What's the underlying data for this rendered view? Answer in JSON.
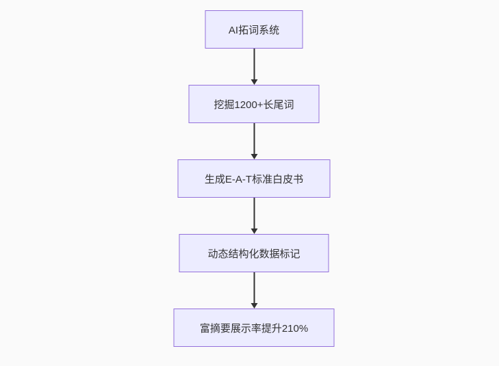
{
  "flowchart": {
    "type": "flowchart",
    "direction": "top-down",
    "nodes": [
      {
        "label": "AI拓词系统"
      },
      {
        "label": "挖掘1200+长尾词"
      },
      {
        "label": "生成E-A-T标准白皮书"
      },
      {
        "label": "动态结构化数据标记"
      },
      {
        "label": "富摘要展示率提升210%"
      }
    ],
    "edges": [
      {
        "from": "AI拓词系统",
        "to": "挖掘1200+长尾词"
      },
      {
        "from": "挖掘1200+长尾词",
        "to": "生成E-A-T标准白皮书"
      },
      {
        "from": "生成E-A-T标准白皮书",
        "to": "动态结构化数据标记"
      },
      {
        "from": "动态结构化数据标记",
        "to": "富摘要展示率提升210%"
      }
    ]
  },
  "colors": {
    "background": "#fafafa",
    "node_fill": "#ececff",
    "node_border": "#9370db",
    "node_text": "#333333",
    "arrow": "#333333"
  }
}
